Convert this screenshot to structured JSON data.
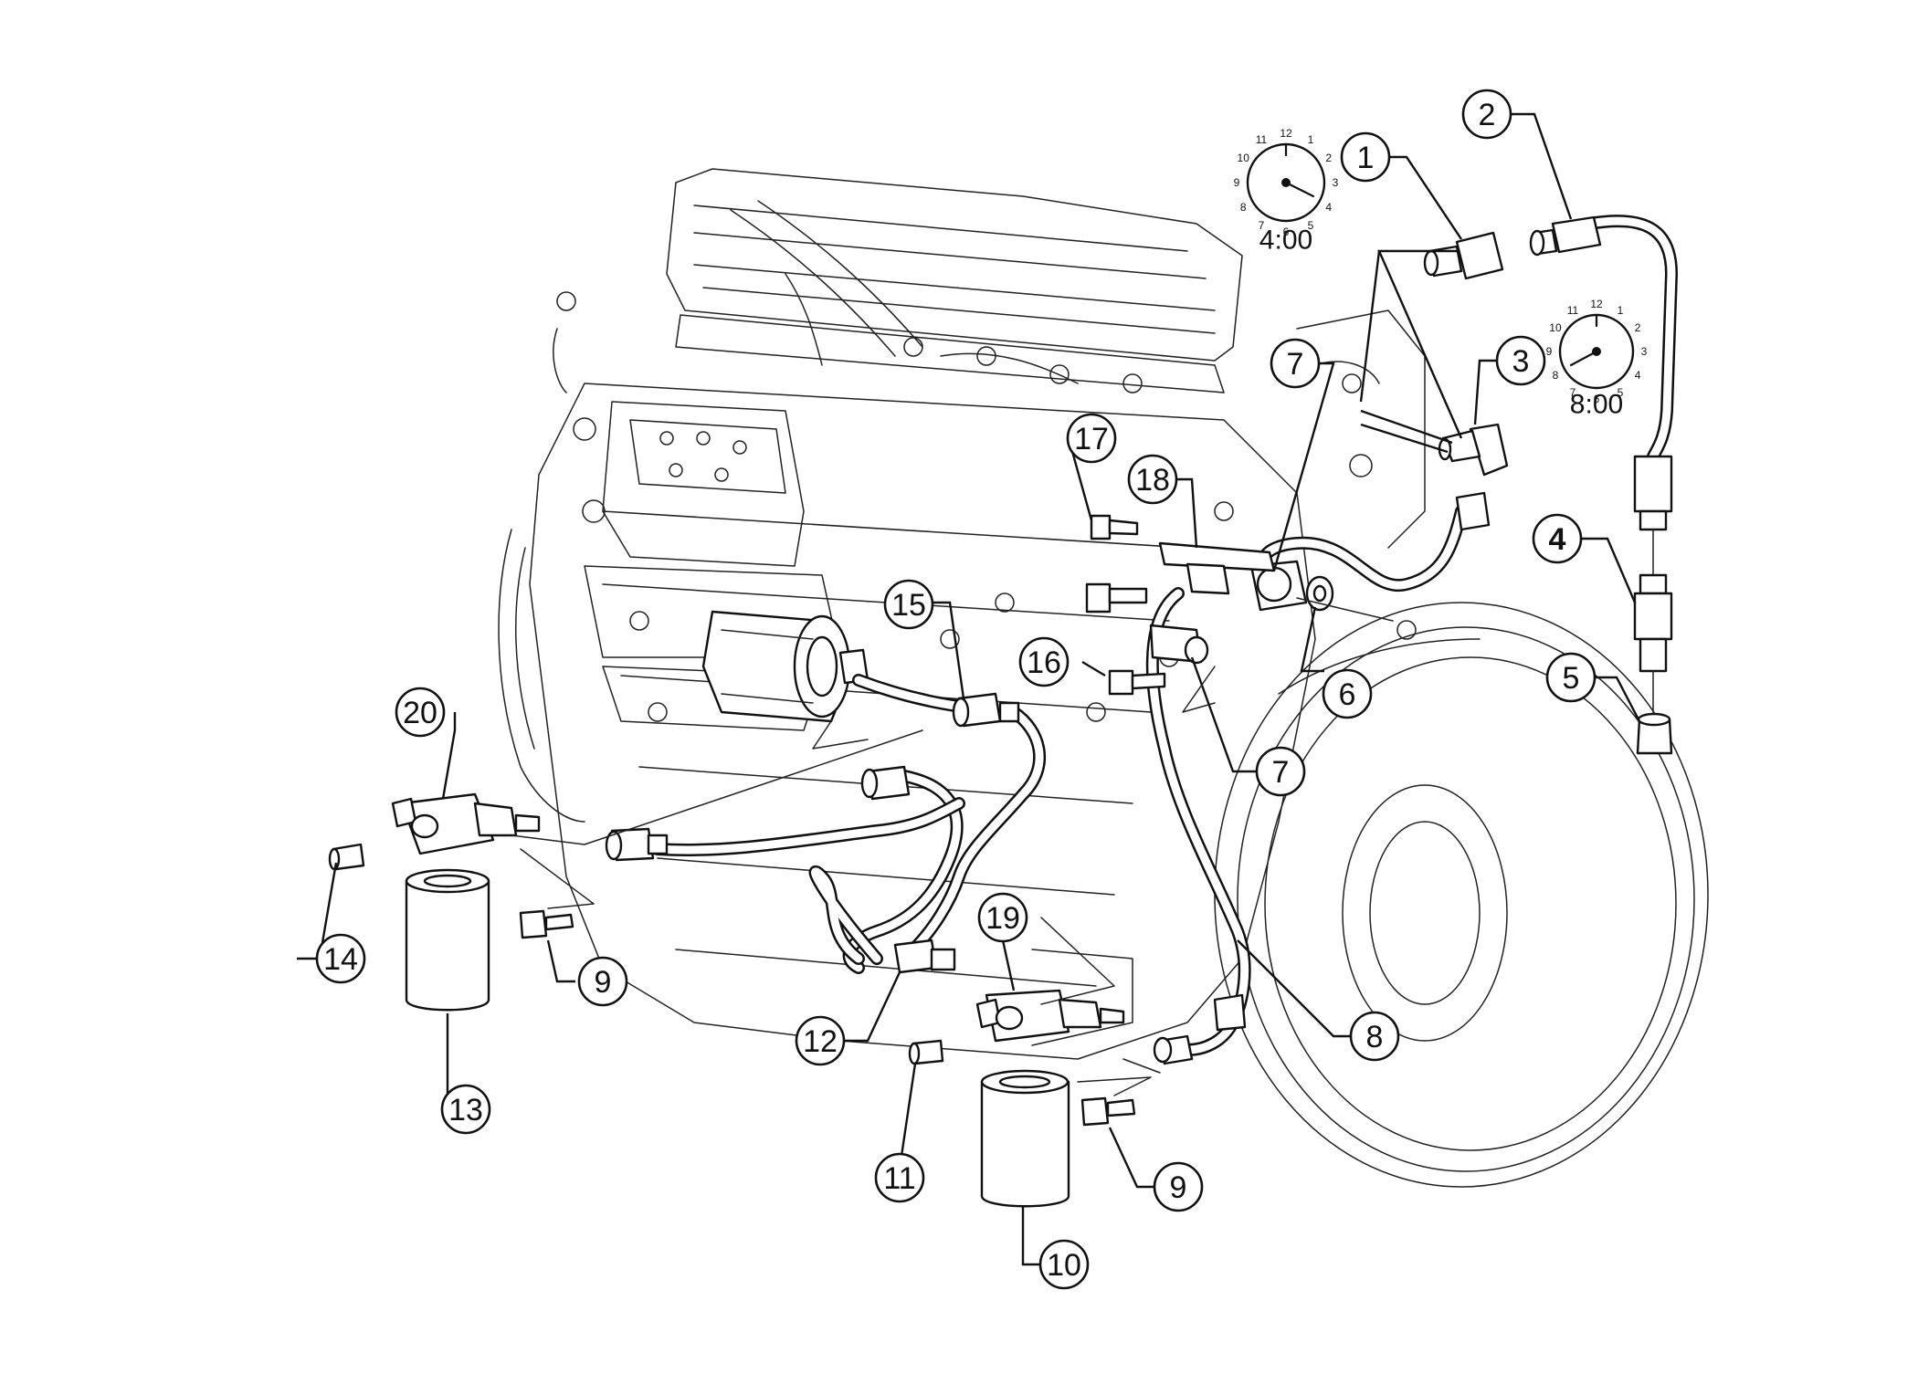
{
  "callouts": [
    {
      "id": "c1",
      "label": "1"
    },
    {
      "id": "c2",
      "label": "2"
    },
    {
      "id": "c3",
      "label": "3"
    },
    {
      "id": "c4",
      "label": "4",
      "highlight": true
    },
    {
      "id": "c5",
      "label": "5"
    },
    {
      "id": "c6",
      "label": "6"
    },
    {
      "id": "c7a",
      "label": "7"
    },
    {
      "id": "c7b",
      "label": "7"
    },
    {
      "id": "c8",
      "label": "8"
    },
    {
      "id": "c9a",
      "label": "9"
    },
    {
      "id": "c9b",
      "label": "9"
    },
    {
      "id": "c10",
      "label": "10"
    },
    {
      "id": "c11",
      "label": "11"
    },
    {
      "id": "c12",
      "label": "12"
    },
    {
      "id": "c13",
      "label": "13"
    },
    {
      "id": "c14",
      "label": "14"
    },
    {
      "id": "c15",
      "label": "15"
    },
    {
      "id": "c16",
      "label": "16"
    },
    {
      "id": "c17",
      "label": "17"
    },
    {
      "id": "c18",
      "label": "18"
    },
    {
      "id": "c19",
      "label": "19"
    },
    {
      "id": "c20",
      "label": "20"
    }
  ],
  "clocks": [
    {
      "id": "clock-upper",
      "time": "4:00",
      "numerals": [
        "12",
        "1",
        "2",
        "3",
        "4",
        "5",
        "6",
        "7",
        "8",
        "9",
        "10",
        "11"
      ]
    },
    {
      "id": "clock-lower",
      "time": "8:00",
      "numerals": [
        "12",
        "1",
        "2",
        "3",
        "4",
        "5",
        "6",
        "7",
        "8",
        "9",
        "10",
        "11"
      ]
    }
  ],
  "colors": {
    "line": "#111111",
    "highlight": "#e8141c",
    "background": "#ffffff"
  }
}
